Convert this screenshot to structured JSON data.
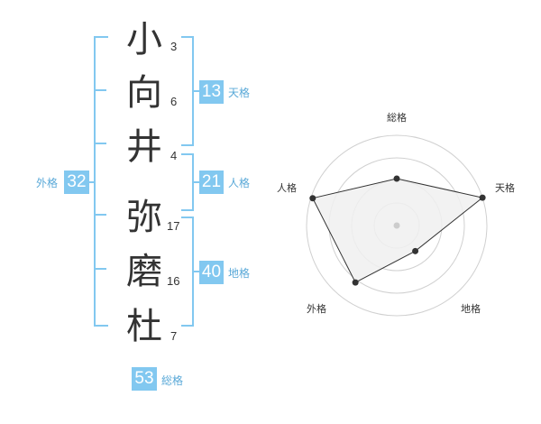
{
  "characters": [
    {
      "char": "小",
      "strokes": "3"
    },
    {
      "char": "向",
      "strokes": "6"
    },
    {
      "char": "井",
      "strokes": "4"
    },
    {
      "char": "弥",
      "strokes": "17"
    },
    {
      "char": "磨",
      "strokes": "16"
    },
    {
      "char": "杜",
      "strokes": "7"
    }
  ],
  "fortunes": {
    "tenkaku": {
      "value": "13",
      "label": "天格"
    },
    "jinkaku": {
      "value": "21",
      "label": "人格"
    },
    "chikaku": {
      "value": "40",
      "label": "地格"
    },
    "gaikaku": {
      "value": "32",
      "label": "外格"
    },
    "soukaku": {
      "value": "53",
      "label": "総格"
    }
  },
  "radar": {
    "axes": [
      "総格",
      "天格",
      "地格",
      "外格",
      "人格"
    ],
    "values": [
      0.52,
      1.0,
      0.35,
      0.78,
      0.98
    ],
    "rings": 4,
    "colors": {
      "ring": "#d0d0d0",
      "fill": "#f0f0f0",
      "line": "#333333",
      "center": "#cccccc"
    }
  },
  "colors": {
    "accent": "#82c8f0",
    "text": "#333333"
  }
}
